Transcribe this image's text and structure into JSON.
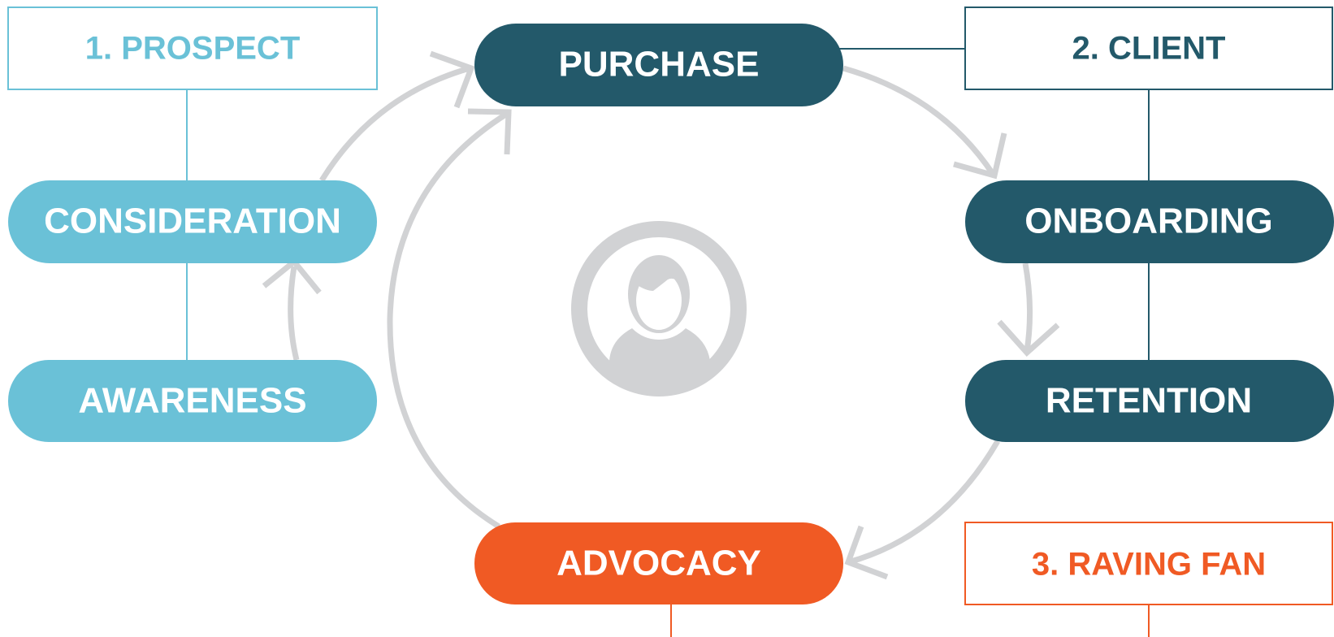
{
  "colors": {
    "light_blue": "#6ac1d7",
    "dark_teal": "#23596a",
    "orange": "#f05a24",
    "arrow_grey": "#d1d2d4",
    "white": "#ffffff"
  },
  "stage_groups": [
    {
      "id": "prospect",
      "label": "1. PROSPECT",
      "color": "#6ac1d7"
    },
    {
      "id": "client",
      "label": "2. CLIENT",
      "color": "#23596a"
    },
    {
      "id": "raving_fan",
      "label": "3. RAVING FAN",
      "color": "#f05a24"
    }
  ],
  "stages": [
    {
      "id": "consideration",
      "label": "CONSIDERATION",
      "group": "prospect",
      "color": "#6ac1d7"
    },
    {
      "id": "awareness",
      "label": "AWARENESS",
      "group": "prospect",
      "color": "#6ac1d7"
    },
    {
      "id": "purchase",
      "label": "PURCHASE",
      "group": "client",
      "color": "#23596a"
    },
    {
      "id": "onboarding",
      "label": "ONBOARDING",
      "group": "client",
      "color": "#23596a"
    },
    {
      "id": "retention",
      "label": "RETENTION",
      "group": "client",
      "color": "#23596a"
    },
    {
      "id": "advocacy",
      "label": "ADVOCACY",
      "group": "raving_fan",
      "color": "#f05a24"
    }
  ],
  "center_icon": "person-avatar-icon"
}
